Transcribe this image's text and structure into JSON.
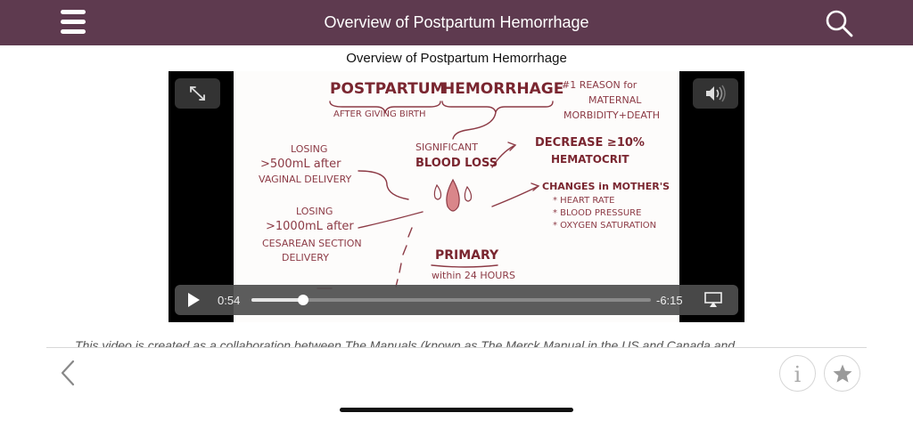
{
  "header": {
    "title": "Overview of Postpartum Hemorrhage",
    "menu_icon": "hamburger-menu-icon",
    "search_icon": "search-icon",
    "background_color": "#5e3a4f"
  },
  "video": {
    "title": "Overview of Postpartum Hemorrhage",
    "time_elapsed": "0:54",
    "time_remaining": "-6:15",
    "progress_fraction": 0.13,
    "controls": {
      "expand_icon": "expand-icon",
      "volume_icon": "volume-icon",
      "play_icon": "play-icon",
      "airplay_icon": "airplay-icon"
    },
    "frame_text": {
      "heading_postpartum": "POSTPARTUM",
      "heading_hemorrhage": "HEMORRHAGE",
      "reason_line1": "#1 REASON for",
      "reason_line2": "MATERNAL",
      "reason_line3": "MORBIDITY+DEATH",
      "after_birth": "AFTER GIVING BIRTH",
      "losing_1": "LOSING",
      "vaginal_amount": ">500mL after",
      "vaginal_delivery": "VAGINAL DELIVERY",
      "significant": "SIGNIFICANT",
      "blood_loss": "BLOOD LOSS",
      "decrease": "DECREASE ≥10%",
      "hematocrit": "HEMATOCRIT",
      "changes": "CHANGES in MOTHER'S",
      "heart_rate": "* HEART RATE",
      "blood_pressure": "* BLOOD PRESSURE",
      "oxygen": "* OXYGEN SATURATION",
      "losing_2": "LOSING",
      "cesarean_amount": ">1000mL after",
      "cesarean_section": "CESAREAN SECTION",
      "cesarean_delivery": "DELIVERY",
      "primary": "PRIMARY",
      "within": "within 24 HOURS"
    }
  },
  "description": "This video is created as a collaboration between The Manuals (known as The Merck Manual in the US and Canada and",
  "footer": {
    "back_icon": "chevron-left-icon",
    "info_label": "i",
    "info_icon": "info-icon",
    "favorite_icon": "star-icon"
  }
}
